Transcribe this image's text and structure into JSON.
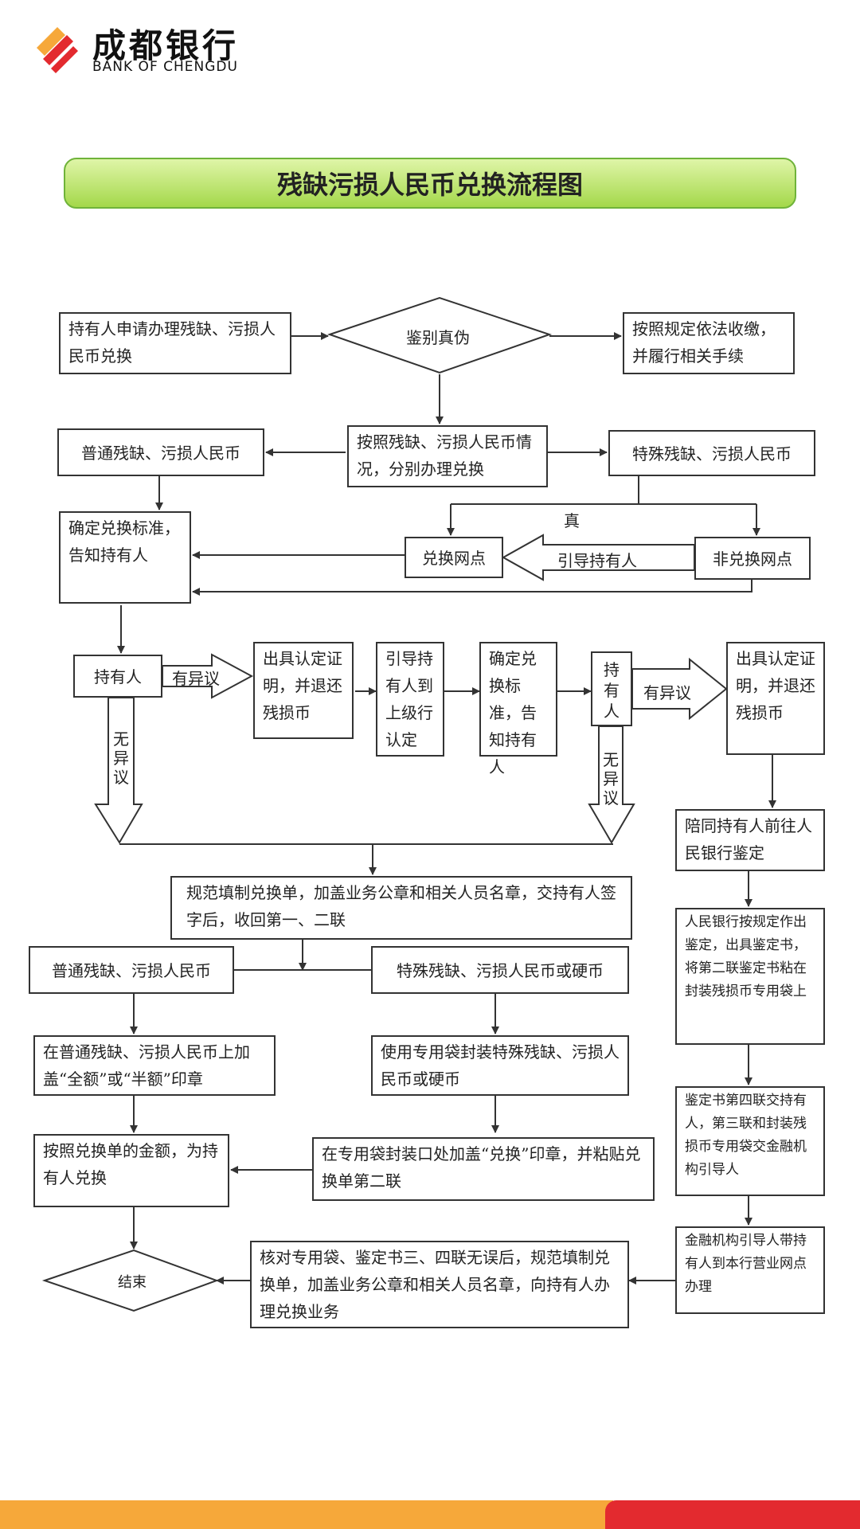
{
  "brand": {
    "name": "成都银行",
    "sub": "BANK OF CHENGDU",
    "colors": {
      "orange": "#f6a83a",
      "red": "#e32a2f"
    }
  },
  "title": "残缺污损人民币兑换流程图",
  "nodes": {
    "apply": "持有人申请办理残缺、污损人民币兑换",
    "verify": "鉴别真伪",
    "confiscate": "按照规定依法收缴，并履行相关手续",
    "classify": "按照残缺、污损人民币情况，分别办理兑换",
    "normal": "普通残缺、污损人民币",
    "special": "特殊残缺、污损人民币",
    "confirm_std": "确定兑换标准，告知持有人",
    "exchange_point": "兑换网点",
    "non_exchange_point": "非兑换网点",
    "holder1": "持有人",
    "cert1": "出具认定证明，并退还残损币",
    "guide_upper": "引导持有人到上级行认定",
    "confirm_std2": "确定兑换标准，告知持有人",
    "holder2": "持有人",
    "cert2": "出具认定证明，并退还残损币",
    "accompany": "陪同持有人前往人民银行鉴定",
    "fill_form": "规范填制兑换单，加盖业务公章和相关人员名章，交持有人签字后，收回第一、二联",
    "normal2": "普通残缺、污损人民币",
    "special2": "特殊残缺、污损人民币或硬币",
    "pboc": "人民银行按规定作出鉴定，出具鉴定书，将第二联鉴定书粘在封装残损币专用袋上",
    "stamp_full": "在普通残缺、污损人民币上加盖“全额”或“半额”印章",
    "bag": "使用专用袋封装特殊残缺、污损人民币或硬币",
    "fourth": "鉴定书第四联交持有人，第三联和封装残损币专用袋交金融机构引导人",
    "pay": "按照兑换单的金额，为持有人兑换",
    "seal": "在专用袋封装口处加盖“兑换”印章，并粘贴兑换单第二联",
    "guide_branch": "金融机构引导人带持有人到本行营业网点办理",
    "end": "结束",
    "check": "核对专用袋、鉴定书三、四联无误后，规范填制兑换单，加盖业务公章和相关人员名章，向持有人办理兑换业务"
  },
  "labels": {
    "true": "真",
    "guide_holder": "引导持有人",
    "objection": "有异议",
    "no_objection": "无异议"
  }
}
